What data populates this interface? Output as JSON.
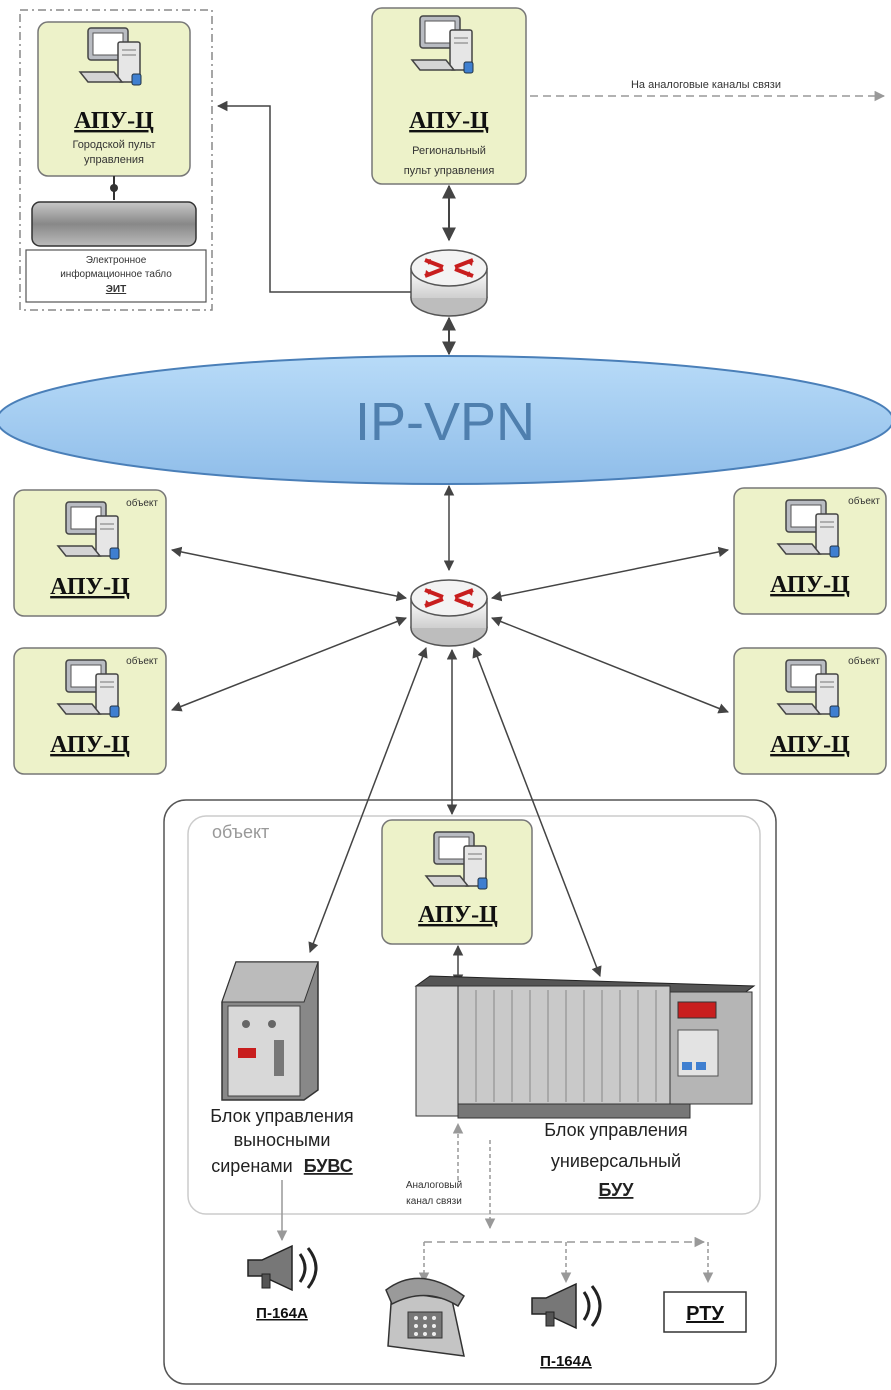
{
  "station_title": "АПУ-Ц",
  "object_label": "объект",
  "city_console": {
    "title": "АПУ-Ц",
    "desc_line1": "Городской пульт",
    "desc_line2": "управления"
  },
  "regional_console": {
    "title": "АПУ-Ц",
    "desc_line1": "Региональный",
    "desc_line2": "пульт управления"
  },
  "display_board": {
    "line1": "Электронное",
    "line2": "информационное табло",
    "code": "ЭИТ"
  },
  "analog_channels_label": "На аналоговые каналы связи",
  "network_label": "IP-VPN",
  "object_group": {
    "label": "объект",
    "station_title": "АПУ-Ц",
    "buvs_line1": "Блок управления",
    "buvs_line2": "выносными",
    "buvs_line3": "сиренами",
    "buvs_code": "БУВС",
    "buu_line1": "Блок управления",
    "buu_line2": "универсальный",
    "buu_code": "БУУ",
    "analog_line1": "Аналоговый",
    "analog_line2": "канал связи"
  },
  "endpoints": {
    "speaker_left": "П-164А",
    "speaker_right": "П-164А",
    "rtu": "РТУ"
  },
  "colors": {
    "station_fill": "#edf2c9",
    "ellipse_fill": "#9fcaf2",
    "router_red": "#c81e1e"
  }
}
